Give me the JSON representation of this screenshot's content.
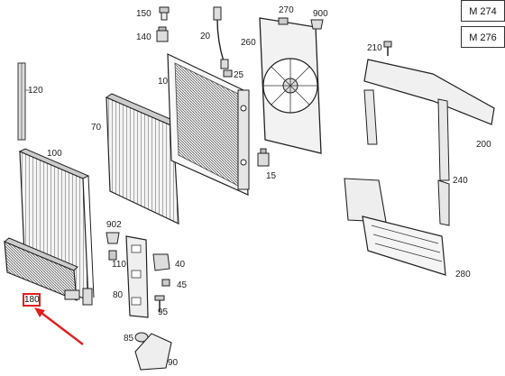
{
  "model_codes": [
    "M 274",
    "M 276"
  ],
  "labels": {
    "l150": "150",
    "l140": "140",
    "l20": "20",
    "l270": "270",
    "l900a": "900",
    "l260": "260",
    "l210": "210",
    "l120": "120",
    "l10": "10",
    "l25": "25",
    "l70": "70",
    "l100": "100",
    "l15": "15",
    "l200": "200",
    "l240": "240",
    "l902": "902",
    "l110": "110",
    "l40": "40",
    "l45": "45",
    "l80": "80",
    "l95": "95",
    "l180": "180",
    "l280": "280",
    "l85": "85",
    "l90": "90"
  },
  "highlight": {
    "part": "180",
    "color": "#e02020"
  }
}
